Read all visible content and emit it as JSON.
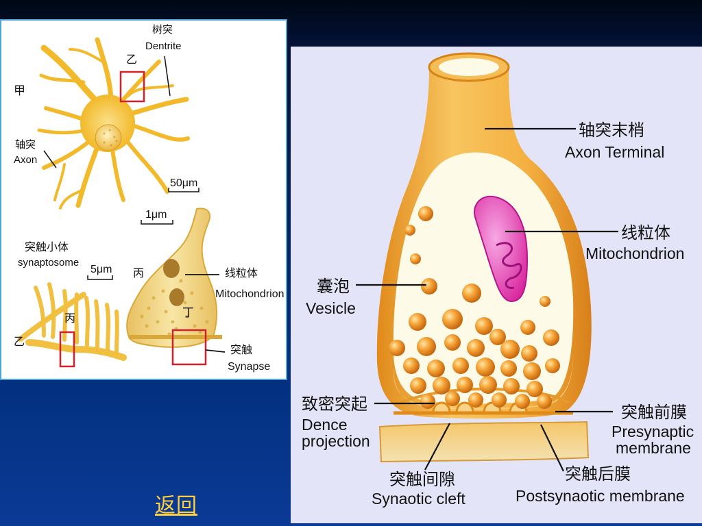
{
  "left_figure": {
    "label_jia": "甲",
    "label_yi_top": "乙",
    "dendrite_zh": "树突",
    "dendrite_en": "Dentrite",
    "axon_zh": "轴突",
    "axon_en": "Axon",
    "scale_50um": "50μm",
    "scale_1um": "1μm",
    "scale_5um": "5μm",
    "synaptosome_zh": "突触小体",
    "synaptosome_en": "synaptosome",
    "label_bing_mid": "丙",
    "label_bing_low": "丙",
    "label_yi_low": "乙",
    "label_ding": "丁",
    "mito_zh": "线粒体",
    "mito_en": "Mitochondrion",
    "synapse_zh": "突触",
    "synapse_en": "Synapse"
  },
  "right_figure": {
    "axon_terminal_zh": "轴突末梢",
    "axon_terminal_en": "Axon Terminal",
    "mito_zh": "线粒体",
    "mito_en": "Mitochondrion",
    "vesicle_zh": "囊泡",
    "vesicle_en": "Vesicle",
    "dence_zh": "致密突起",
    "dence_en1": "Dence",
    "dence_en2": "projection",
    "pre_zh": "突触前膜",
    "pre_en1": "Presynaptic",
    "pre_en2": "membrane",
    "cleft_zh": "突触间隙",
    "cleft_en": "Synaotic cleft",
    "post_zh": "突触后膜",
    "post_en": "Postsynaotic membrane"
  },
  "nav": {
    "back_label": "返回"
  },
  "colors": {
    "neuron": "#f2b92a",
    "terminal": "#f0a12a",
    "mito": "#e13fb8",
    "box": "#d4202a",
    "link": "#ffd23d"
  }
}
